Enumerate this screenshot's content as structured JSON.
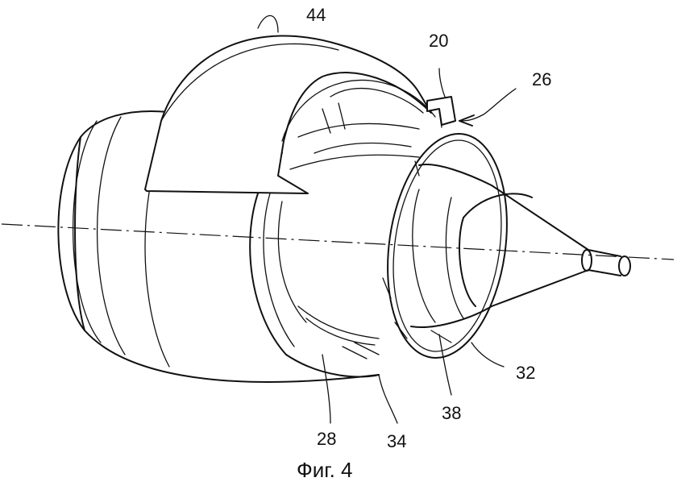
{
  "figure": {
    "caption": "Фиг. 4",
    "reference_numerals": [
      {
        "id": "44",
        "text": "44"
      },
      {
        "id": "20",
        "text": "20"
      },
      {
        "id": "26",
        "text": "26"
      },
      {
        "id": "32",
        "text": "32"
      },
      {
        "id": "38",
        "text": "38"
      },
      {
        "id": "34",
        "text": "34"
      },
      {
        "id": "28",
        "text": "28"
      }
    ],
    "line_color": "#111111",
    "background_color": "#ffffff"
  }
}
